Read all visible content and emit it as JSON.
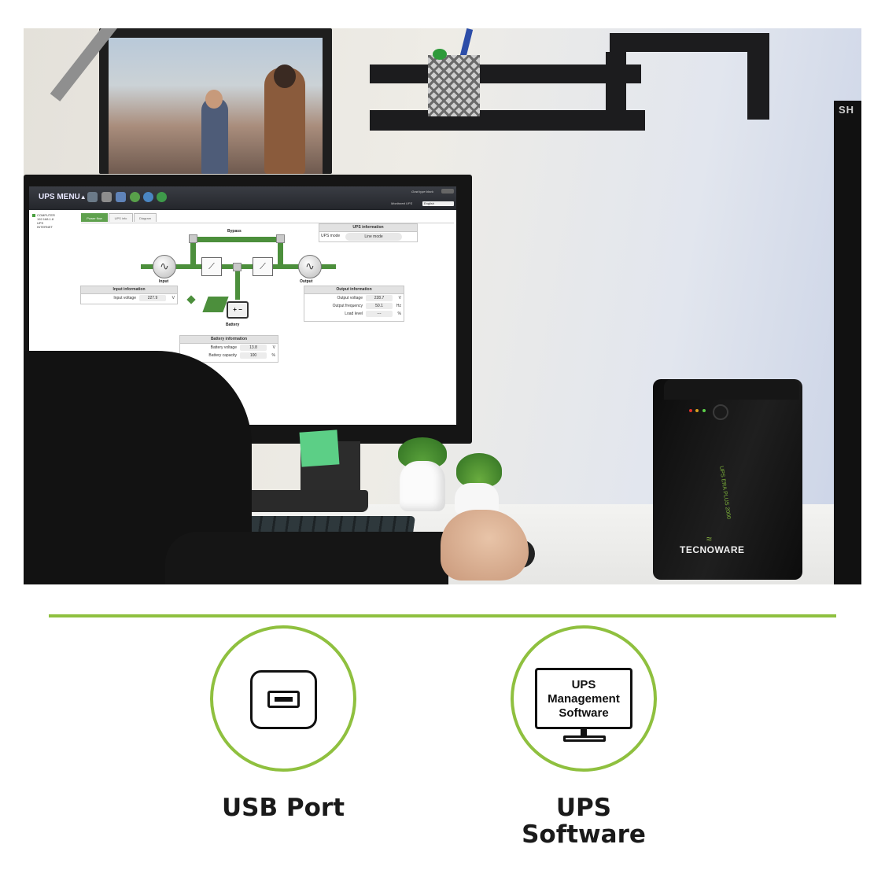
{
  "monitor_app": {
    "title": "UPS MENU",
    "toolbar_note_1": "Grad type block",
    "toolbar_note_2": "Monitored UPS",
    "ups_select_value": "English",
    "tree": [
      "COMPUTER",
      "192.168.1.8",
      "UPS",
      "INTERNET"
    ],
    "tabs": [
      "Power flow",
      "UPS info",
      "Diagram"
    ],
    "diagram": {
      "bypass_label": "Bypass",
      "input_label": "Input",
      "output_label": "Output",
      "battery_label": "Battery",
      "battery_symbol": "+ −",
      "ups_information": {
        "title": "UPS information",
        "mode_label": "UPS mode",
        "mode_value": "Line mode"
      },
      "input_information": {
        "title": "Input information",
        "voltage_label": "Input voltage",
        "voltage_value": "227.9",
        "voltage_unit": "V"
      },
      "output_information": {
        "title": "Output information",
        "voltage_label": "Output voltage",
        "voltage_value": "228.7",
        "voltage_unit": "V",
        "frequency_label": "Output frequency",
        "frequency_value": "50.1",
        "frequency_unit": "Hz",
        "load_label": "Load level",
        "load_value": "---",
        "load_unit": "%"
      },
      "battery_information": {
        "title": "Battery information",
        "voltage_label": "Battery voltage",
        "voltage_value": "13.8",
        "voltage_unit": "V",
        "capacity_label": "Battery capacity",
        "capacity_value": "100",
        "capacity_unit": "%"
      }
    }
  },
  "scene": {
    "tower_brand": "SH",
    "ups_brand": "TECNOWARE",
    "ups_model": "UPS ERA PLUS 2000"
  },
  "features": [
    {
      "label": "USB Port",
      "icon": "usb-port-icon"
    },
    {
      "label": "UPS Software",
      "icon": "monitor-icon",
      "screen_text": [
        "UPS",
        "Management",
        "Software"
      ]
    }
  ],
  "colors": {
    "accent_green": "#8fc03f",
    "app_green": "#4c8f3c"
  }
}
